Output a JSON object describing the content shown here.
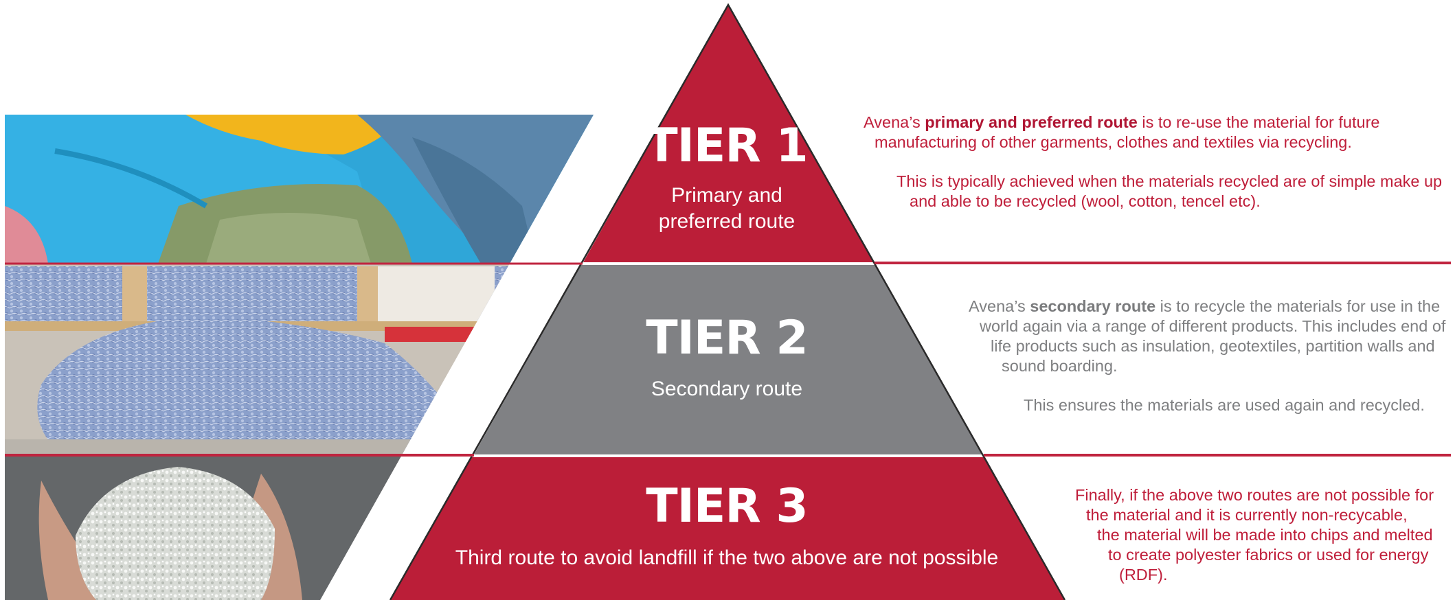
{
  "tiers": [
    {
      "title": "TIER 1",
      "subtitle_lines": [
        "Primary and",
        "preferred route"
      ],
      "photo": "mixed-clothing-pile-photo",
      "description": {
        "para1_lines": [
          [
            "Avena’s ",
            "primary and preferred route",
            " is to re-use the material for future"
          ],
          [
            "manufacturing of other garments, clothes and textiles via recycling."
          ]
        ],
        "para2_lines": [
          "This is typically achieved when the materials recycled are of simple make up",
          "and able to be recycled (wool, cotton, tencel etc)."
        ]
      }
    },
    {
      "title": "TIER 2",
      "subtitle_lines": [
        "Secondary route"
      ],
      "photo": "recycled-fibre-insulation-photo",
      "description": {
        "para1_lines": [
          [
            "Avena’s ",
            "secondary route",
            " is to recycle the materials for use in the"
          ],
          [
            "world again via a range of different products. This includes end of"
          ],
          [
            "life products such as insulation, geotextiles, partition walls and"
          ],
          [
            "sound boarding."
          ]
        ],
        "para2_lines": [
          "This ensures the materials are used again and recycled."
        ]
      }
    },
    {
      "title": "TIER 3",
      "subtitle_lines": [
        "Third route to avoid landfill if the two above are not possible"
      ],
      "photo": "polyester-chips-in-hands-photo",
      "description": {
        "para1_lines": [
          [
            "Finally, if the above two routes are not possible for"
          ],
          [
            "the material and it is currently non-recycable,"
          ],
          [
            "the material will be made into chips and melted"
          ],
          [
            "to create polyester fabrics or used for energy"
          ],
          [
            "(RDF)."
          ]
        ],
        "para2_lines": []
      }
    }
  ],
  "colors": {
    "brand_red": "#bf1e3a",
    "tier2_grey": "#808184",
    "separator_red": "#c0243f"
  }
}
